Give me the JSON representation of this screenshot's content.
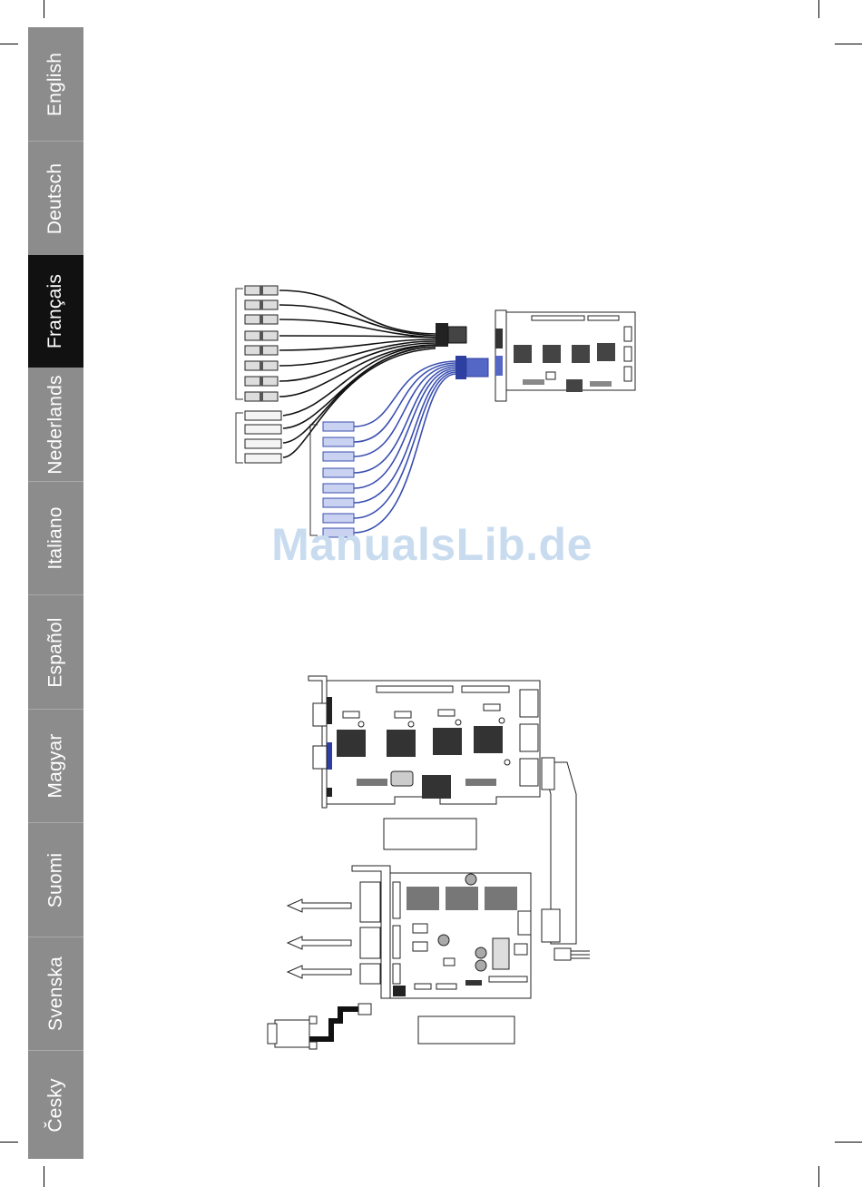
{
  "sidebar": {
    "tabs": [
      {
        "label": "English",
        "active": false
      },
      {
        "label": "Deutsch",
        "active": false
      },
      {
        "label": "Français",
        "active": true
      },
      {
        "label": "Nederlands",
        "active": false
      },
      {
        "label": "Italiano",
        "active": false
      },
      {
        "label": "Español",
        "active": false
      },
      {
        "label": "Magyar",
        "active": false
      },
      {
        "label": "Suomi",
        "active": false
      },
      {
        "label": "Svenska",
        "active": false
      },
      {
        "label": "Česky",
        "active": false
      }
    ],
    "background": "#8c8c8c",
    "active_background": "#111111"
  },
  "watermark": {
    "text": "ManualsLib.de",
    "color": "#c9dcef"
  },
  "figures": {
    "cable_figure": {
      "black_cable_color": "#111111",
      "blue_cable_color": "#3a4fb0"
    },
    "install_figure": {
      "icons": [
        "dvr-capture-card",
        "relay-io-card",
        "ribbon-cable",
        "serial-connector-cable"
      ]
    }
  }
}
